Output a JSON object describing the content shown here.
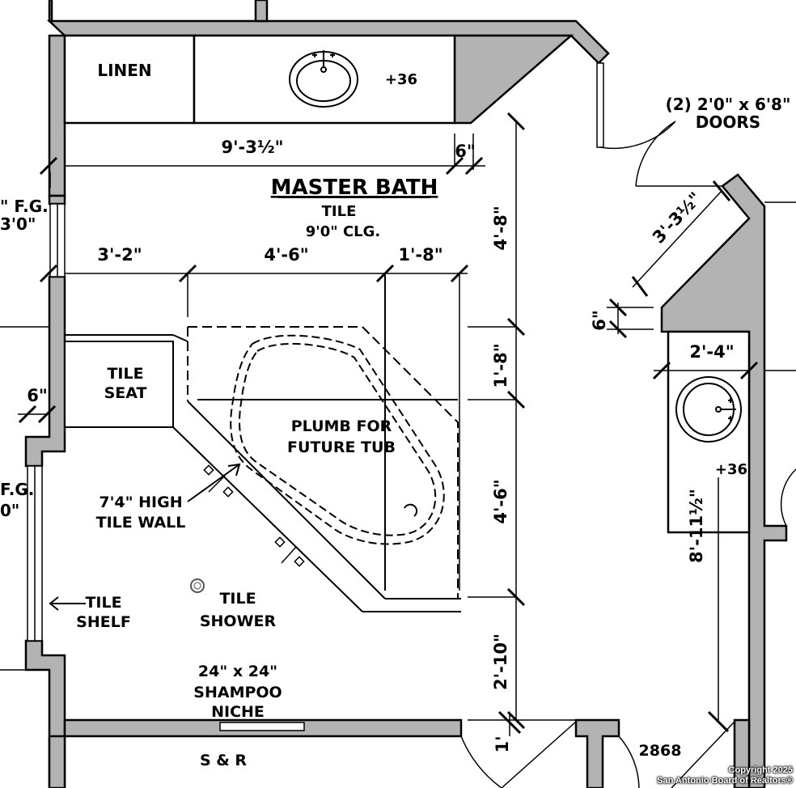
{
  "room": {
    "title": "MASTER BATH",
    "floor": "TILE",
    "ceiling": "9'0\" CLG."
  },
  "labels": {
    "linen": "LINEN",
    "tile_seat_1": "TILE",
    "tile_seat_2": "SEAT",
    "tub_1": "PLUMB FOR",
    "tub_2": "FUTURE TUB",
    "tile_wall_1": "7'4\" HIGH",
    "tile_wall_2": "TILE WALL",
    "shelf_1": "TILE",
    "shelf_2": "SHELF",
    "shower_1": "TILE",
    "shower_2": "SHOWER",
    "niche_1": "24\" x 24\"",
    "niche_2": "SHAMPOO",
    "niche_3": "NICHE",
    "sr": "S & R",
    "doors_1": "(2) 2'0\" x 6'8\"",
    "doors_2": "DOORS",
    "left_fg_1": "\" F.G.",
    "left_fg_2": "3'0\"",
    "left_fg_3": "F.G.",
    "left_fg_4": "0\"",
    "sqft": "2868",
    "vanity_top_height": "+36",
    "vanity_right_height": "+36"
  },
  "dimensions": {
    "overall_width": "9'-3½\"",
    "six_top": "6\"",
    "left_seg": "3'-2\"",
    "mid_seg": "4'-6\"",
    "right_seg": "1'-8\"",
    "v_4_8": "4'-8\"",
    "v_1_8": "1'-8\"",
    "v_4_6": "4'-6\"",
    "v_2_10": "2'-10\"",
    "v_bottom": "1'",
    "diag": "3'-3½\"",
    "six_right": "6\"",
    "vanity_w": "2'-4\"",
    "right_len": "8'-11½\"",
    "six_left": "6\""
  },
  "copyright": {
    "line1": "Copyright 2025",
    "line2": "San Antonio Board of Realtors®"
  },
  "colors": {
    "wall_fill": "#b3b3b3",
    "line": "#000000"
  }
}
